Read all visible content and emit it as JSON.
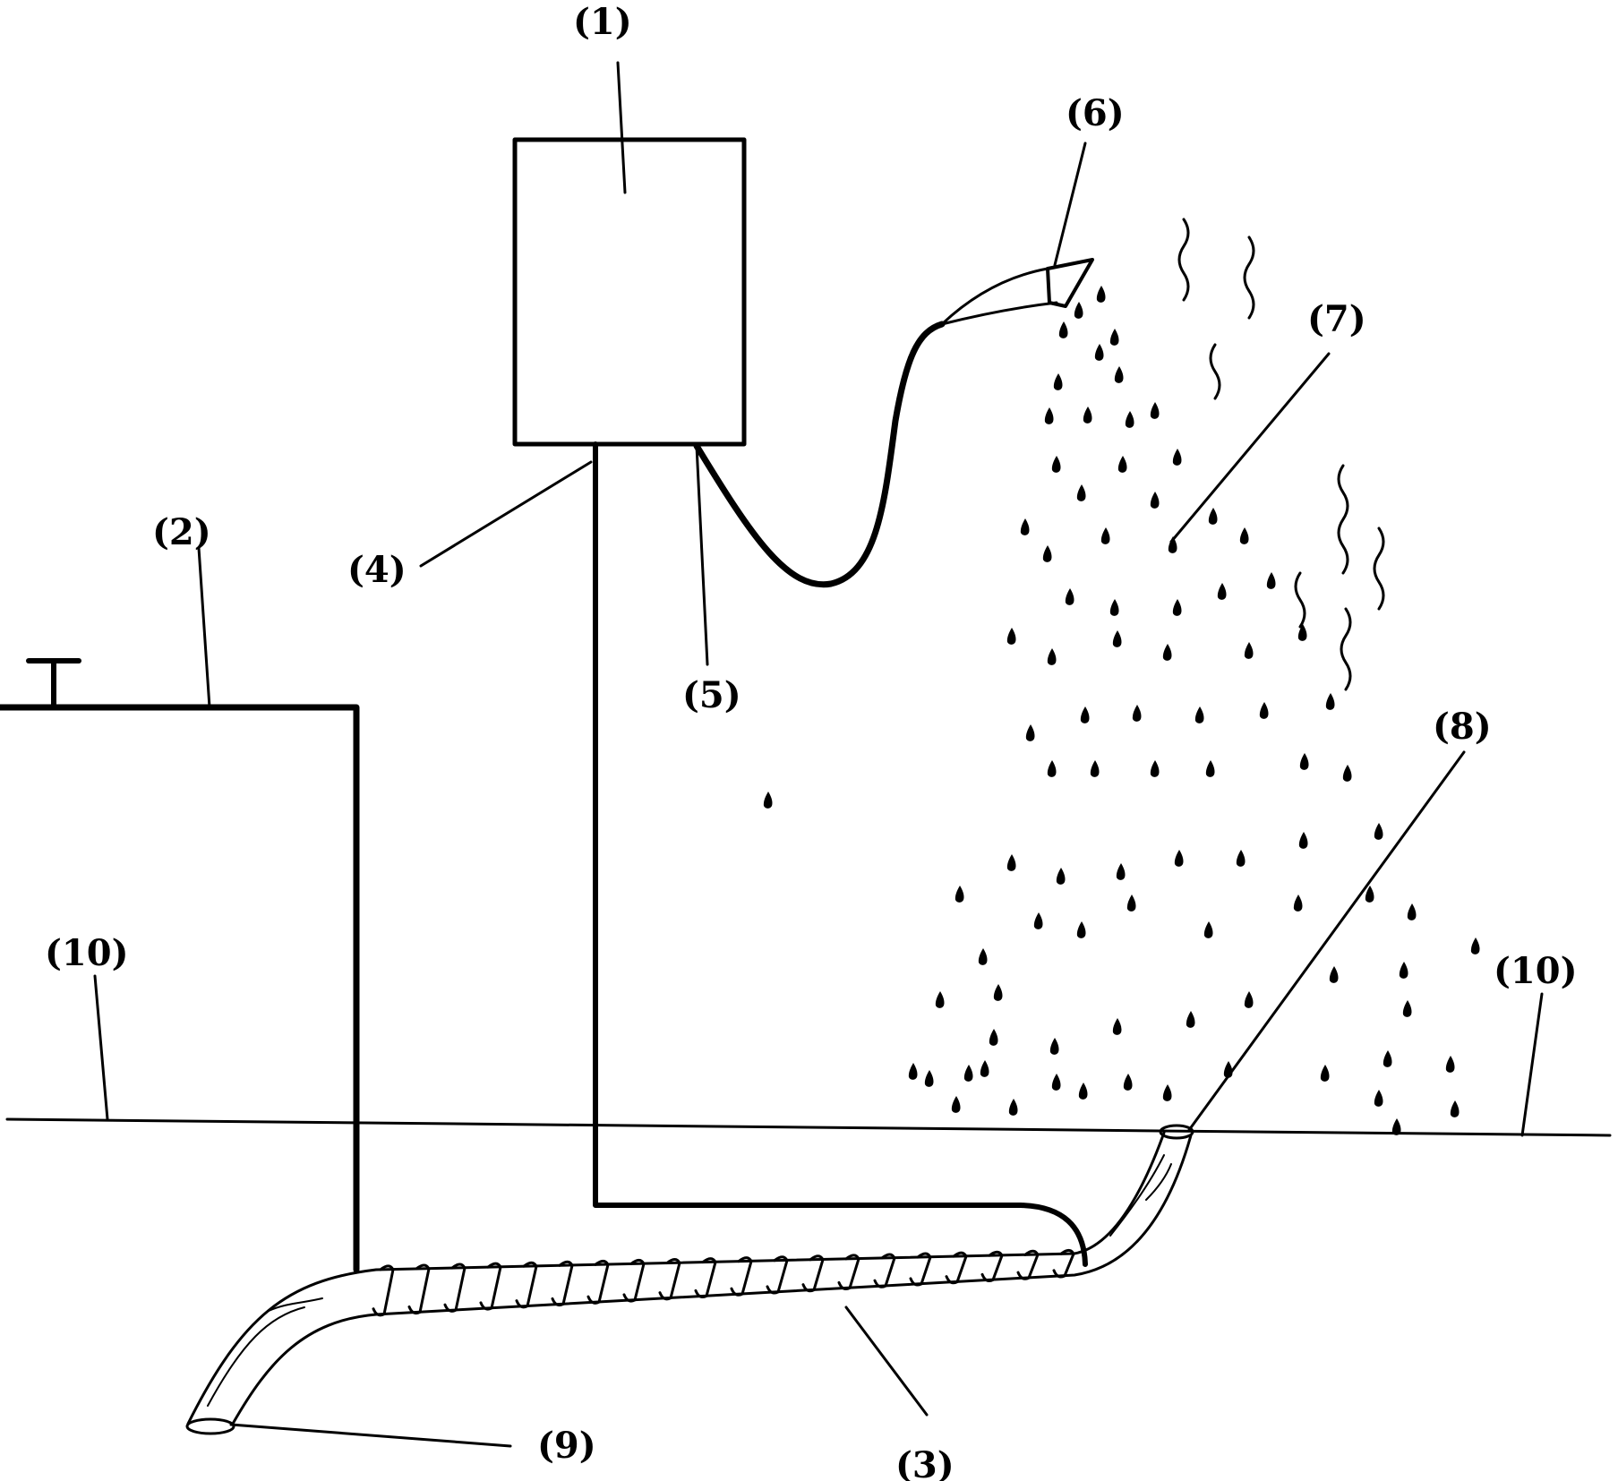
{
  "labels": {
    "l1": "(1)",
    "l2": "(2)",
    "l3": "(3)",
    "l4": "(4)",
    "l5": "(5)",
    "l6": "(6)",
    "l7": "(7)",
    "l8": "(8)",
    "l9": "(9)",
    "l10_left": "(10)",
    "l10_right": "(10)"
  },
  "colors": {
    "ink": "#000000",
    "background": "#ffffff"
  }
}
